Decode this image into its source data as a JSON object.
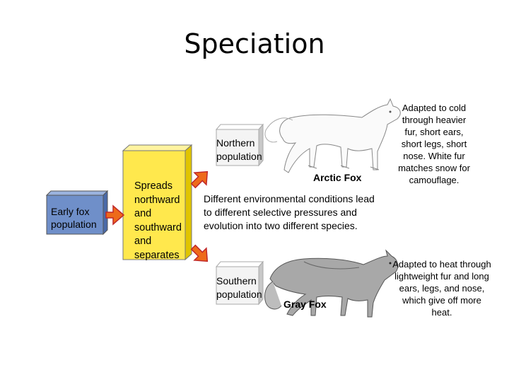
{
  "title": "Speciation",
  "boxes": {
    "early": "Early fox population",
    "spreads": "Spreads northward and southward and separates",
    "northern": "Northern population",
    "southern": "Southern population"
  },
  "foxes": {
    "arctic_label": "Arctic Fox",
    "gray_label": "Gray Fox",
    "arctic_caption": "Adapted to cold through heavier fur, short ears, short legs, short nose. White fur matches snow for camouflage.",
    "gray_caption": "Adapted to heat through lightweight fur and long ears, legs, and nose, which give off more heat."
  },
  "middle_text": "Different environmental conditions lead to different selective pressures and evolution into two different species.",
  "colors": {
    "early_face": "#6f8fc9",
    "yellow_face": "#ffe84d",
    "grey_face": "#f4f4f4",
    "arrow_fill": "#ee6a1a",
    "arrow_stroke": "#c0282a"
  }
}
